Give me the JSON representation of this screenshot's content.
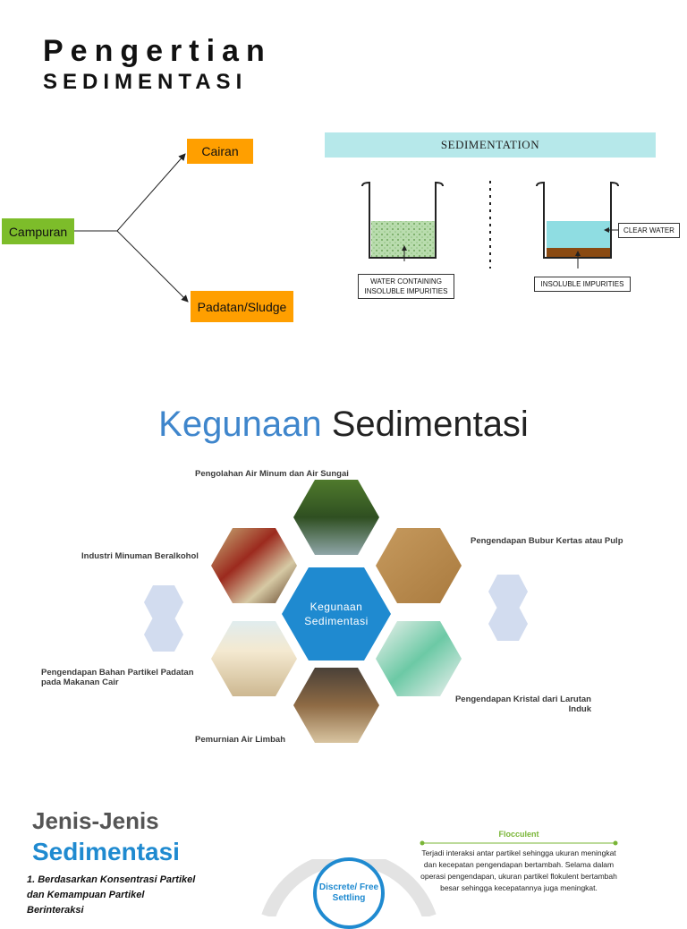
{
  "slide1": {
    "title_line1": "Pengertian",
    "title_line2": "SEDIMENTASI",
    "nodes": {
      "root": "Campuran",
      "top": "Cairan",
      "bottom": "Padatan/Sludge"
    },
    "illustration": {
      "banner": "SEDIMENTATION",
      "label_left": "WATER CONTAINING\nINSOLUBLE IMPURITIES",
      "label_clear": "CLEAR WATER",
      "label_insoluble": "INSOLUBLE IMPURITIES"
    }
  },
  "slide2": {
    "title_blue": "Kegunaan",
    "title_dark": "Sedimentasi",
    "center_line1": "Kegunaan",
    "center_line2": "Sedimentasi",
    "labels": {
      "top": "Pengolahan Air Minum dan Air Sungai",
      "left_top": "Industri Minuman Beralkohol",
      "right_top": "Pengendapan Bubur Kertas atau Pulp",
      "left_bottom": "Pengendapan Bahan Partikel Padatan pada Makanan Cair",
      "right_bottom": "Pengendapan Kristal dari Larutan Induk",
      "bottom": "Pemurnian Air Limbah"
    }
  },
  "slide3": {
    "title_line1": "Jenis-Jenis",
    "title_line2": "Sedimentasi",
    "subtitle": "1. Berdasarkan Konsentrasi Partikel dan Kemampuan Partikel Berinteraksi",
    "flocculent_title": "Flocculent",
    "flocculent_desc": "Terjadi interaksi antar partikel sehingga ukuran meningkat dan kecepatan pengendapan bertambah. Selama dalam operasi pengendapan, ukuran partikel flokulent bertambah besar sehingga kecepatannya juga meningkat.",
    "circle_label": "Discrete/ Free Settling"
  },
  "colors": {
    "green": "#7dbd2a",
    "orange": "#ff9f00",
    "blue": "#1f8ad0",
    "cyan": "#b6e8ea"
  }
}
